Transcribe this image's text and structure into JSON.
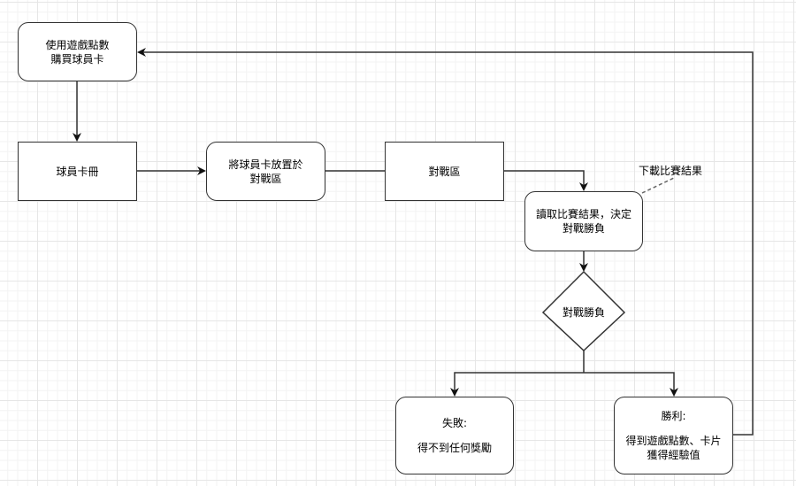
{
  "diagram": {
    "type": "flowchart",
    "nodes": {
      "buy": {
        "lines": [
          "使用遊戲點數",
          "購買球員卡"
        ],
        "shape": "rounded-rect"
      },
      "album": {
        "lines": [
          "球員卡冊"
        ],
        "shape": "rect"
      },
      "place": {
        "lines": [
          "將球員卡放置於",
          "對戰區"
        ],
        "shape": "rounded-rect"
      },
      "arena": {
        "lines": [
          "對戰區"
        ],
        "shape": "rect"
      },
      "read": {
        "lines": [
          "讀取比賽結果，決定",
          "對戰勝負"
        ],
        "shape": "rounded-rect"
      },
      "decision": {
        "lines": [
          "對戰勝負"
        ],
        "shape": "diamond"
      },
      "lose": {
        "title": "失敗:",
        "lines": [
          "得不到任何獎勵"
        ],
        "shape": "rounded-rect"
      },
      "win": {
        "title": "勝利:",
        "lines": [
          "得到遊戲點數、卡片",
          "獲得經驗值"
        ],
        "shape": "rounded-rect"
      }
    },
    "annotation": {
      "text": "下載比賽結果",
      "target": "read",
      "style": "dashed"
    },
    "edges": [
      {
        "from": "buy",
        "to": "album"
      },
      {
        "from": "album",
        "to": "place"
      },
      {
        "from": "place",
        "to": "arena",
        "arrow": false
      },
      {
        "from": "arena",
        "to": "read"
      },
      {
        "from": "read",
        "to": "decision"
      },
      {
        "from": "decision",
        "to": "lose"
      },
      {
        "from": "decision",
        "to": "win"
      },
      {
        "from": "win",
        "to": "buy"
      }
    ],
    "colors": {
      "stroke": "#333333",
      "fill": "#ffffff",
      "grid": "#e6e6e6",
      "annotation_line": "#666666"
    }
  }
}
